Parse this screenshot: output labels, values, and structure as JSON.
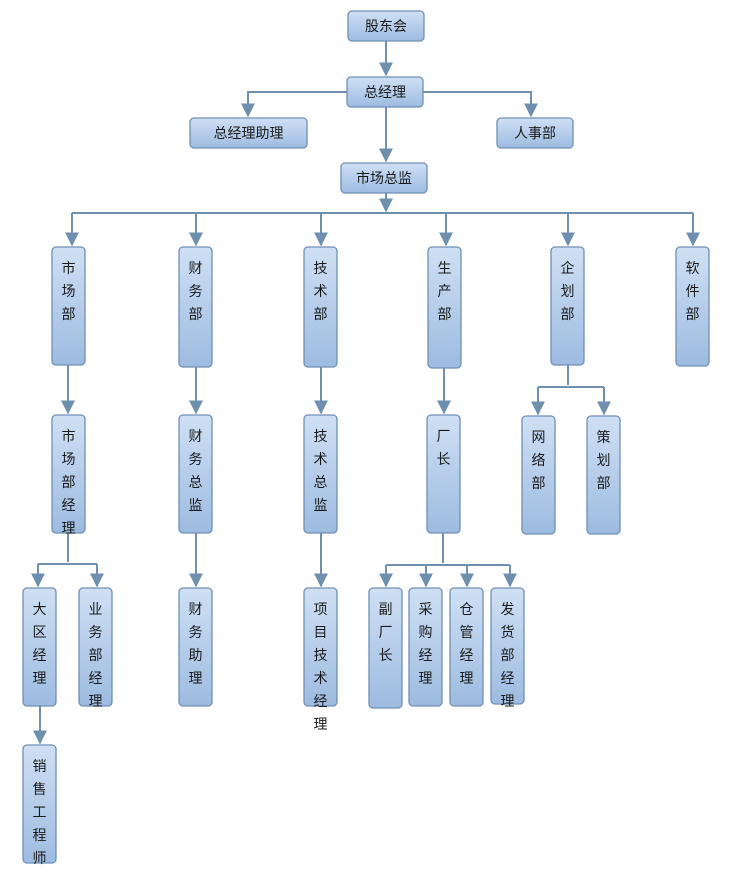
{
  "org_chart": {
    "nodes": {
      "shareholders": "股东会",
      "gm": "总经理",
      "gm_assistant": "总经理助理",
      "hr": "人事部",
      "marketing_director": "市场总监",
      "market_dept": "市场部",
      "finance_dept": "财务部",
      "tech_dept": "技术部",
      "production_dept": "生产部",
      "planning_dept": "企划部",
      "software_dept": "软件部",
      "market_manager": "市场部经理",
      "finance_director": "财务总监",
      "tech_director": "技术总监",
      "factory_director": "厂长",
      "network_dept": "网络部",
      "strategy_dept": "策划部",
      "regional_manager": "大区经理",
      "sales_manager": "业务部经理",
      "finance_assistant": "财务助理",
      "project_tech_manager": "项目技术经理",
      "deputy_factory_director": "副厂长",
      "purchasing_manager": "采购经理",
      "warehouse_manager": "仓管经理",
      "shipping_manager": "发货部经理",
      "sales_engineer": "销售工程师"
    }
  },
  "colors": {
    "box_top": "#cfe0f4",
    "box_bottom": "#9dbbe0",
    "box_border": "#6f8fb5",
    "connector": "#6e8fae"
  }
}
